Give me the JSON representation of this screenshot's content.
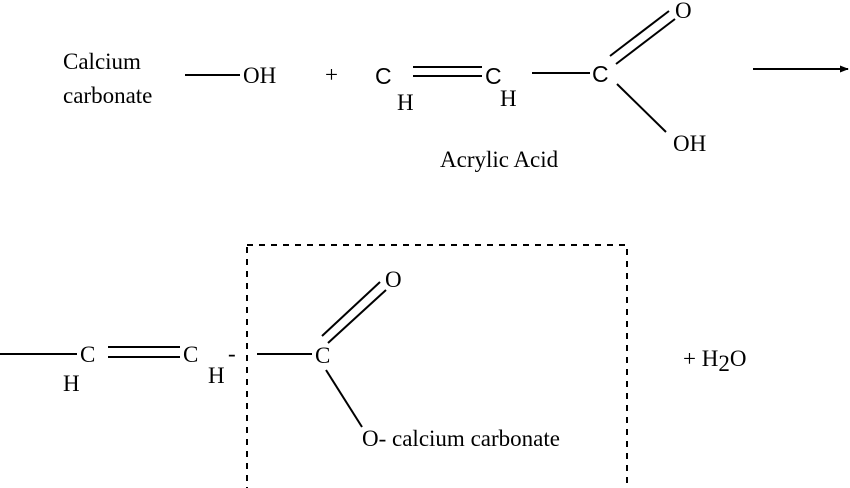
{
  "reactants": {
    "reagent_line1": "Calcium",
    "reagent_line2": "carbonate",
    "hydroxyl": "OH",
    "plus": "+",
    "acid": {
      "c1": "C",
      "h1": "H",
      "c2": "C",
      "h2": "H",
      "c3": "C",
      "o_top": "O",
      "oh": "OH",
      "name": "Acrylic Acid"
    }
  },
  "product": {
    "c1": "C",
    "h1": "H",
    "c2": "C",
    "h2": "H",
    "dash": "-",
    "c3": "C",
    "o_top": "O",
    "ester": "O- calcium carbonate",
    "water_plus": "+ H",
    "water_sub": "2",
    "water_o": "O"
  }
}
